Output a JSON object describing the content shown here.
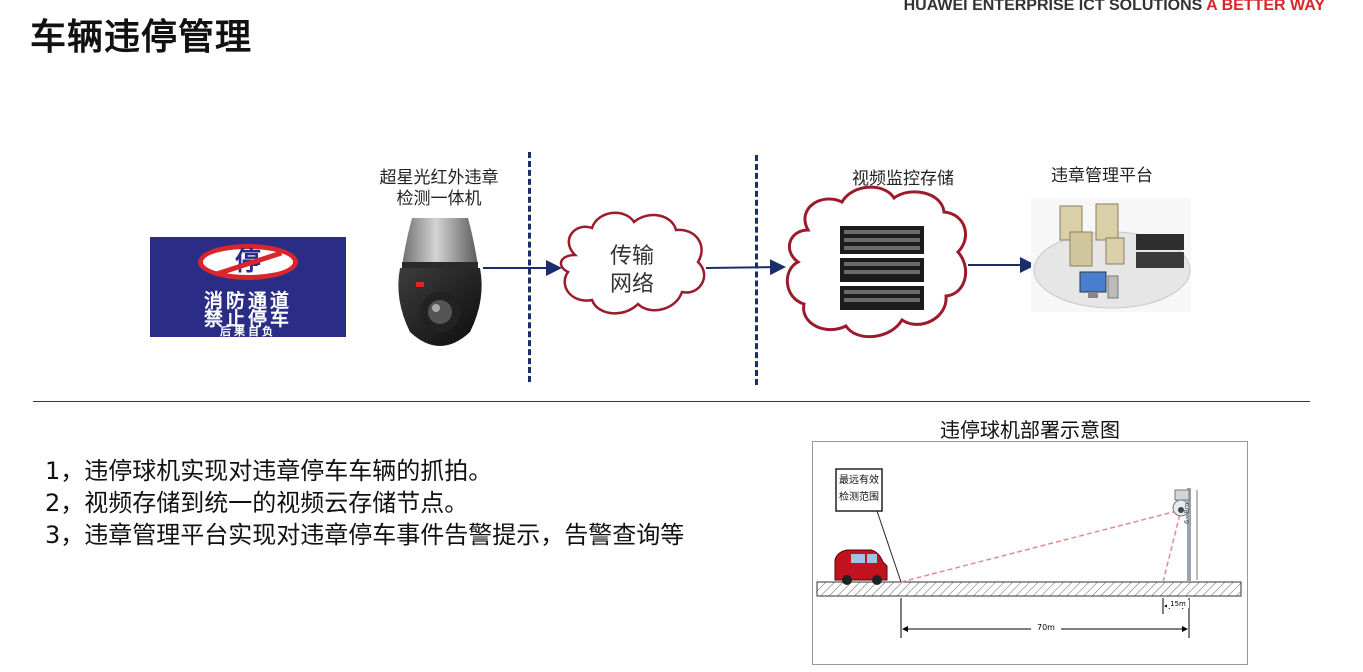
{
  "header": {
    "title": "车辆违停管理",
    "brand_main": "HUAWEI ENTERPRISE ICT SOLUTIONS",
    "brand_accent": "A BETTER WAY"
  },
  "sign": {
    "symbol": "停",
    "line1": "消防通道",
    "line2": "禁止停车",
    "line3": "后果自负"
  },
  "flow": {
    "camera_label_1": "超星光红外违章",
    "camera_label_2": "检测一体机",
    "network_1": "传输",
    "network_2": "网络",
    "storage_label": "视频监控存储",
    "platform_label": "违章管理平台"
  },
  "points": [
    "1，违停球机实现对违章停车车辆的抓拍。",
    "2，视频存储到统一的视频云存储节点。",
    "3，违章管理平台实现对违章停车事件告警提示，告警查询等"
  ],
  "deployment": {
    "title": "违停球机部署示意图",
    "callout_1": "最远有效",
    "callout_2": "检测范围",
    "pole_height": "6~8m",
    "offset": "15m",
    "distance": "70m"
  },
  "colors": {
    "accent": "#d8262c",
    "navy": "#1a2e6e",
    "cloud": "#9b1b2a",
    "sign_bg": "#2b2c86"
  }
}
